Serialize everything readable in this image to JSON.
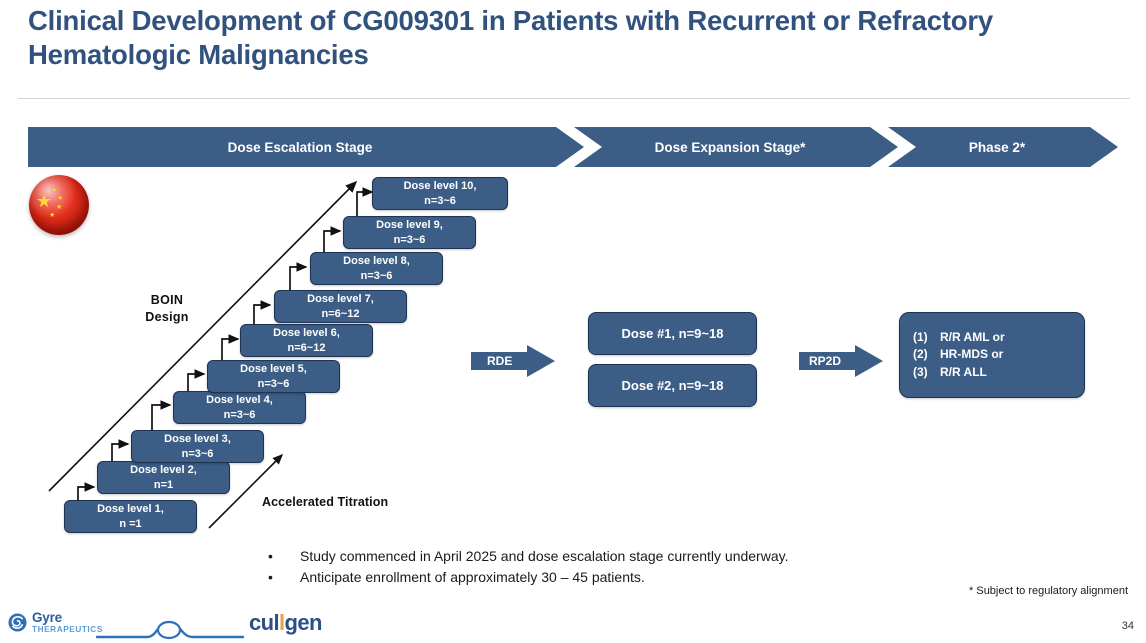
{
  "slide": {
    "title": "Clinical Development of CG009301 in Patients with Recurrent or Refractory Hematologic Malignancies",
    "page_number": "34",
    "footnote": "* Subject to regulatory alignment",
    "accent_color": "#31527E",
    "box_color": "#3C5D86",
    "box_border_color": "#1F3352"
  },
  "banner": {
    "stages": [
      {
        "label": "Dose Escalation Stage"
      },
      {
        "label": "Dose Expansion Stage*"
      },
      {
        "label": "Phase 2*"
      }
    ]
  },
  "escalation": {
    "region_icon": "china-flag-orb-icon",
    "design_label": "BOIN\nDesign",
    "design_label_line1": "BOIN",
    "design_label_line2": "Design",
    "accelerated_label": "Accelerated Titration",
    "dose_levels": [
      {
        "name": "Dose level 1,",
        "n": "n =1"
      },
      {
        "name": "Dose level 2,",
        "n": "n=1"
      },
      {
        "name": "Dose level 3,",
        "n": "n=3~6"
      },
      {
        "name": "Dose level 4,",
        "n": "n=3~6"
      },
      {
        "name": "Dose level 5,",
        "n": "n=3~6"
      },
      {
        "name": "Dose level 6,",
        "n": "n=6~12"
      },
      {
        "name": "Dose level 7,",
        "n": "n=6~12"
      },
      {
        "name": "Dose level 8,",
        "n": "n=3~6"
      },
      {
        "name": "Dose level 9,",
        "n": "n=3~6"
      },
      {
        "name": "Dose level 10,",
        "n": "n=3~6"
      }
    ]
  },
  "expansion": {
    "arrow_label": "RDE",
    "doses": [
      {
        "label": "Dose #1, n=9~18"
      },
      {
        "label": "Dose #2, n=9~18"
      }
    ]
  },
  "phase2": {
    "arrow_label": "RP2D",
    "indications": [
      {
        "index": "(1)",
        "label": "R/R AML or"
      },
      {
        "index": "(2)",
        "label": "HR-MDS or"
      },
      {
        "index": "(3)",
        "label": "R/R ALL"
      }
    ]
  },
  "bullets": [
    {
      "marker": "•",
      "text": "Study commenced in April 2025 and dose escalation stage currently underway."
    },
    {
      "marker": "•",
      "text": "Anticipate enrollment of approximately 30 – 45 patients."
    }
  ],
  "logos": {
    "gyre_primary": "Gyre",
    "gyre_secondary": "THERAPEUTICS",
    "cullgen_pre": "cul",
    "cullgen_accent": "l",
    "cullgen_post": "gen"
  }
}
